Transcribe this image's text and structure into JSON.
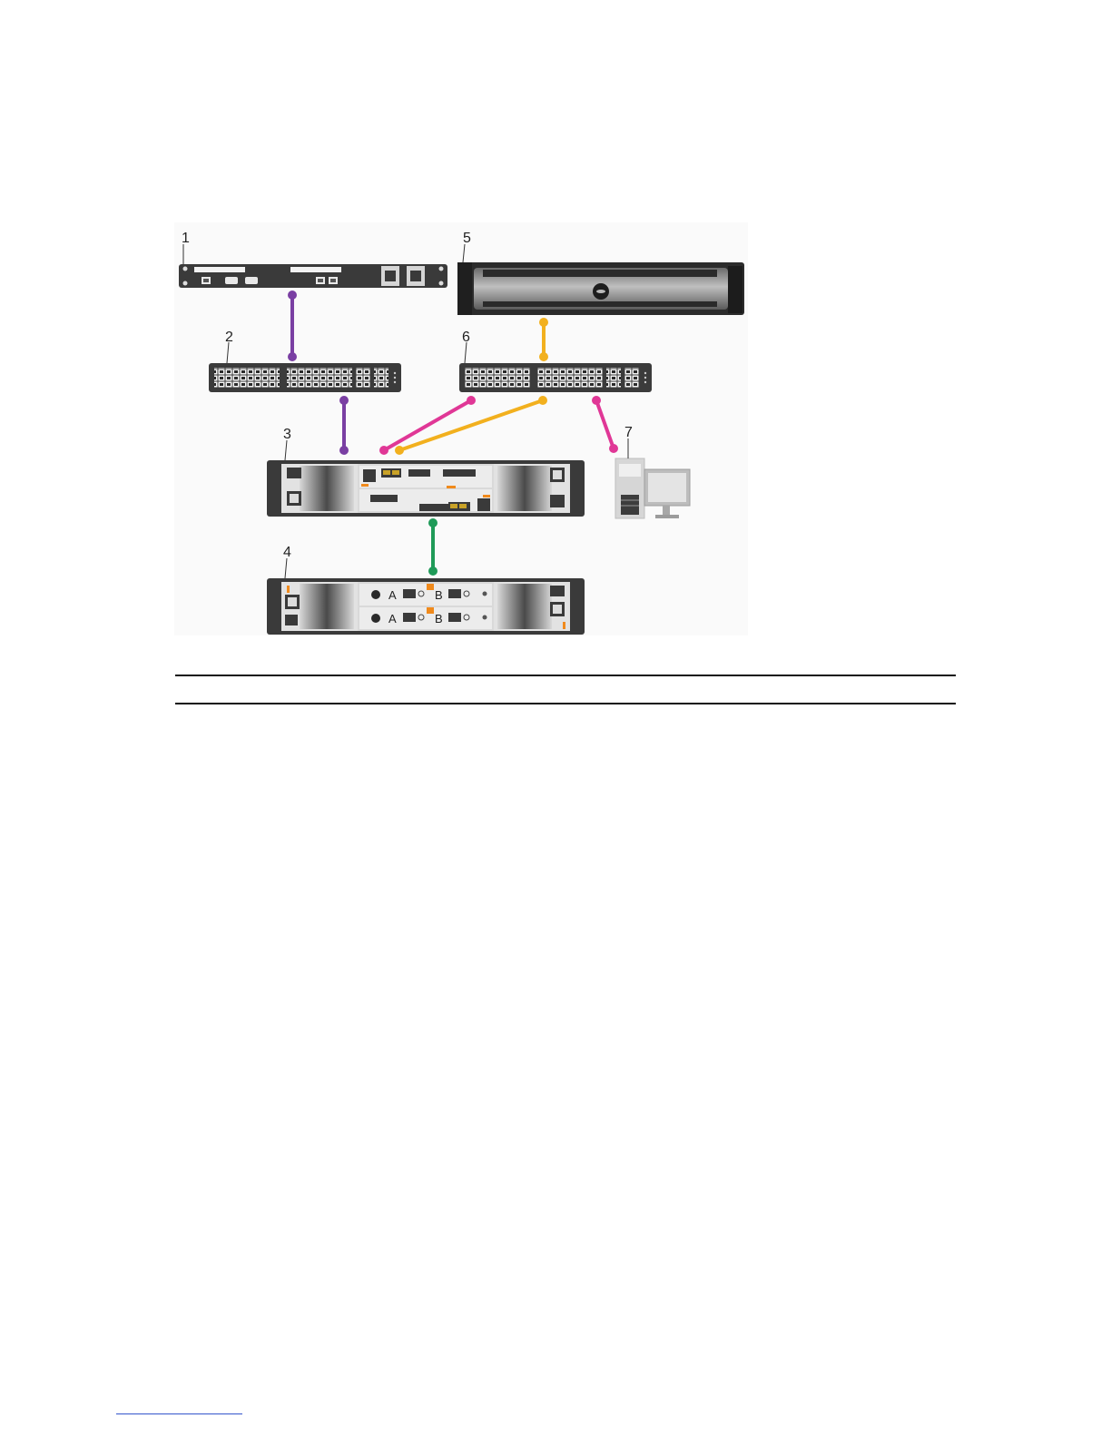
{
  "diagram": {
    "callouts": {
      "c1": "1",
      "c2": "2",
      "c3": "3",
      "c4": "4",
      "c5": "5",
      "c6": "6",
      "c7": "7"
    },
    "expansion_labels": {
      "a_top": "A",
      "b_top": "B",
      "a_bottom": "A",
      "b_bottom": "B"
    },
    "colors": {
      "management_cable": "#7a3fa3",
      "iscsi_cable": "#f2b01e",
      "host_cable": "#e03796",
      "sas_cable": "#1f9a58",
      "chassis_dark": "#3e3e3e",
      "chassis_light": "#dcdcdc"
    }
  }
}
